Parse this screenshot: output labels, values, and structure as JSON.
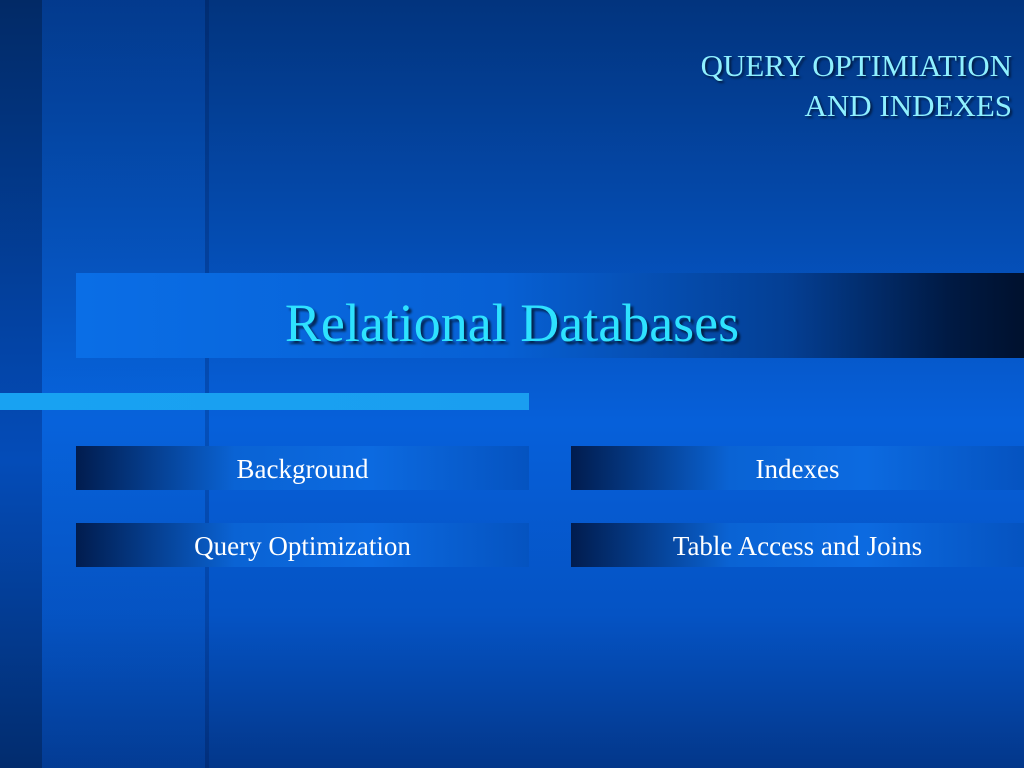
{
  "slide": {
    "subtitle_lines": [
      "QUERY OPTIMIATION",
      "AND INDEXES"
    ],
    "title": "Relational Databases",
    "buttons": {
      "background": "Background",
      "indexes": "Indexes",
      "query_optimization": "Query Optimization",
      "table_access_and_joins": "Table Access and Joins"
    }
  },
  "colors": {
    "background_blue": "#0553c0",
    "title_cyan": "#2ee2ff",
    "subtitle_cyan": "#8ff0ff",
    "accent_bar": "#18a2f2",
    "button_text": "#ffffff"
  }
}
